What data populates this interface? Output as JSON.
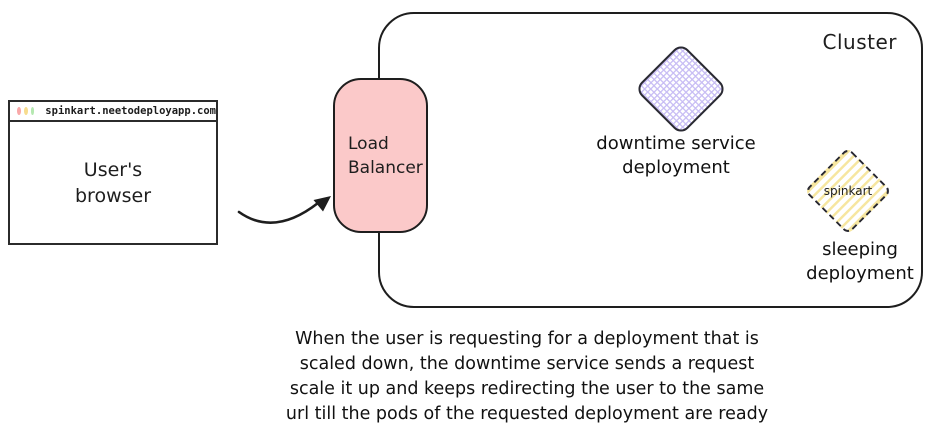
{
  "browser_window": {
    "url": "spinkart.neetodeployapp.com",
    "label_line1": "User's",
    "label_line2": "browser",
    "traffic_light_colors": {
      "red": "#f9a8a8",
      "yellow": "#f7dc8e",
      "green": "#b5e8b0"
    }
  },
  "load_balancer": {
    "label_line1": "Load",
    "label_line2": "Balancer",
    "fill_color": "#fbc9c9"
  },
  "cluster": {
    "label": "Cluster",
    "downtime_deployment": {
      "label_line1": "downtime service",
      "label_line2": "deployment",
      "pattern": "cross-hatch",
      "hatch_color": "#c7bcf4",
      "border_style": "solid"
    },
    "sleeping_deployment": {
      "diamond_label": "spinkart",
      "label_line1": "sleeping",
      "label_line2": "deployment",
      "pattern": "hachure",
      "hatch_color": "#f6e59b",
      "border_style": "dashed"
    }
  },
  "caption": {
    "lines": [
      "When the user is requesting for a deployment that is",
      "scaled down, the downtime service sends a request",
      "scale it up and keeps redirecting the user to the same",
      "url till the pods of the requested deployment are ready"
    ]
  }
}
